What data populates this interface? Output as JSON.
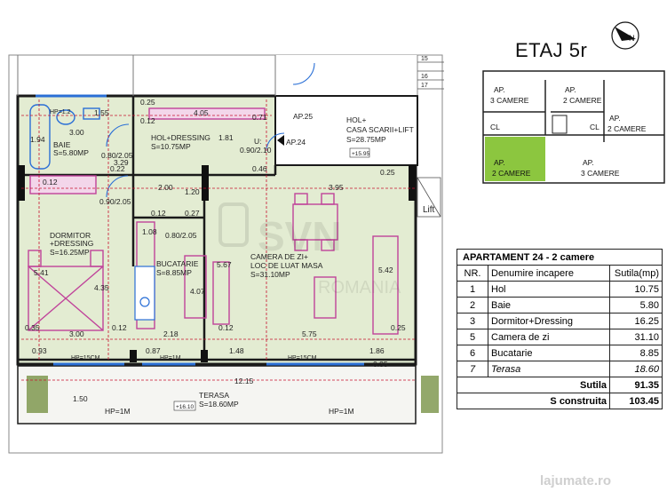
{
  "floor_label": "ETAJ 5r",
  "compass_label": "N",
  "key_plan": {
    "units": [
      {
        "label": "AP.",
        "sub": "3 CAMERE"
      },
      {
        "label": "AP.",
        "sub": "2 CAMERE"
      },
      {
        "label": "AP.",
        "sub": "2 CAMERE"
      },
      {
        "label": "AP.",
        "sub": "2 CAMERE"
      },
      {
        "label": "AP.",
        "sub": "3 CAMERE"
      }
    ],
    "cl_label": "CL",
    "highlight_color": "#8cc63f"
  },
  "rooms": {
    "baie": {
      "name": "BAIE",
      "area": "S=5.80MP"
    },
    "hol": {
      "name": "HOL+DRESSING",
      "area": "S=10.75MP"
    },
    "dormitor": {
      "name": "DORMITOR",
      "name2": "+DRESSING",
      "area": "S=16.25MP"
    },
    "bucatarie": {
      "name": "BUCATARIE",
      "area": "S=8.85MP"
    },
    "camera": {
      "name": "CAMERA DE ZI+",
      "name2": "LOC DE LUAT MASA",
      "area": "S=31.10MP"
    },
    "terasa": {
      "name": "TERASA",
      "area": "S=18.60MP"
    },
    "casa_scarii": {
      "name": "HOL+",
      "name2": "CASA SCARII+LIFT",
      "area": "S=28.75MP"
    }
  },
  "labels": {
    "ap25": "AP.25",
    "ap24": "AP.24",
    "lift": "Lift",
    "level_top": "+15.95",
    "level_terasa": "+16.10",
    "hp_left": "HP=1M",
    "hp_right": "HP=1M",
    "hp_win1": "HP=1.2",
    "hp_win2": "HP=15CM",
    "hp_win3": "HP=1M",
    "hp_win4": "HP=15CM",
    "door_hol": "U:",
    "door_hol_dim": "0.90/2.10",
    "door_baie": "0.80/2.05",
    "door_dorm": "0.90/2.05",
    "door_buc": "0.80/2.05",
    "stair_nums": [
      "15",
      "16",
      "17"
    ],
    "watermark": "SVN",
    "watermark2": "ROMANIA",
    "site_watermark": "lajumate.ro"
  },
  "dimensions": {
    "d_025a": "0.25",
    "d_155": "1.55",
    "d_012a": "0.12",
    "d_405": "4.05",
    "d_071": "0.71",
    "d_300a": "3.00",
    "d_194": "1.94",
    "d_181": "1.81",
    "d_329": "3.29",
    "d_022": "0.22",
    "d_046": "0.46",
    "d_025b": "0.25",
    "d_012b": "0.12",
    "d_200": "2.00",
    "d_120": "1.20",
    "d_395": "3.95",
    "d_012c": "0.12",
    "d_027": "0.27",
    "d_108": "1.08",
    "d_541": "5.41",
    "d_567": "5.67",
    "d_542": "5.42",
    "d_435": "4.35",
    "d_407": "4.07",
    "d_035": "0.35",
    "d_300b": "3.00",
    "d_012d": "0.12",
    "d_218": "2.18",
    "d_012e": "0.12",
    "d_575": "5.75",
    "d_025c": "0.25",
    "d_093": "0.93",
    "d_087": "0.87",
    "d_148": "1.48",
    "d_186": "1.86",
    "d_035b": "0.35",
    "d_1215": "12.15",
    "d_150": "1.50"
  },
  "table": {
    "title": "APARTAMENT 24 - 2 camere",
    "headers": [
      "NR.",
      "Denumire incapere",
      "Sutila(mp)"
    ],
    "rows": [
      {
        "nr": "1",
        "name": "Hol",
        "value": "10.75",
        "italic": false
      },
      {
        "nr": "2",
        "name": "Baie",
        "value": "5.80",
        "italic": false
      },
      {
        "nr": "3",
        "name": "Dormitor+Dressing",
        "value": "16.25",
        "italic": false
      },
      {
        "nr": "5",
        "name": "Camera de zi",
        "value": "31.10",
        "italic": false
      },
      {
        "nr": "6",
        "name": "Bucatarie",
        "value": "8.85",
        "italic": false
      },
      {
        "nr": "7",
        "name": "Terasa",
        "value": "18.60",
        "italic": true
      }
    ],
    "totals": [
      {
        "label": "Sutila",
        "value": "91.35"
      },
      {
        "label": "S construita",
        "value": "103.45"
      }
    ]
  },
  "colors": {
    "floor_fill": "#e3ecd2",
    "wall": "#1a1a1a",
    "furniture": "#c0439a",
    "window": "#2a6fd6",
    "dim_red": "#c8102e",
    "terrace_fill": "#f5f5f2",
    "planter": "#6f8b3a"
  }
}
